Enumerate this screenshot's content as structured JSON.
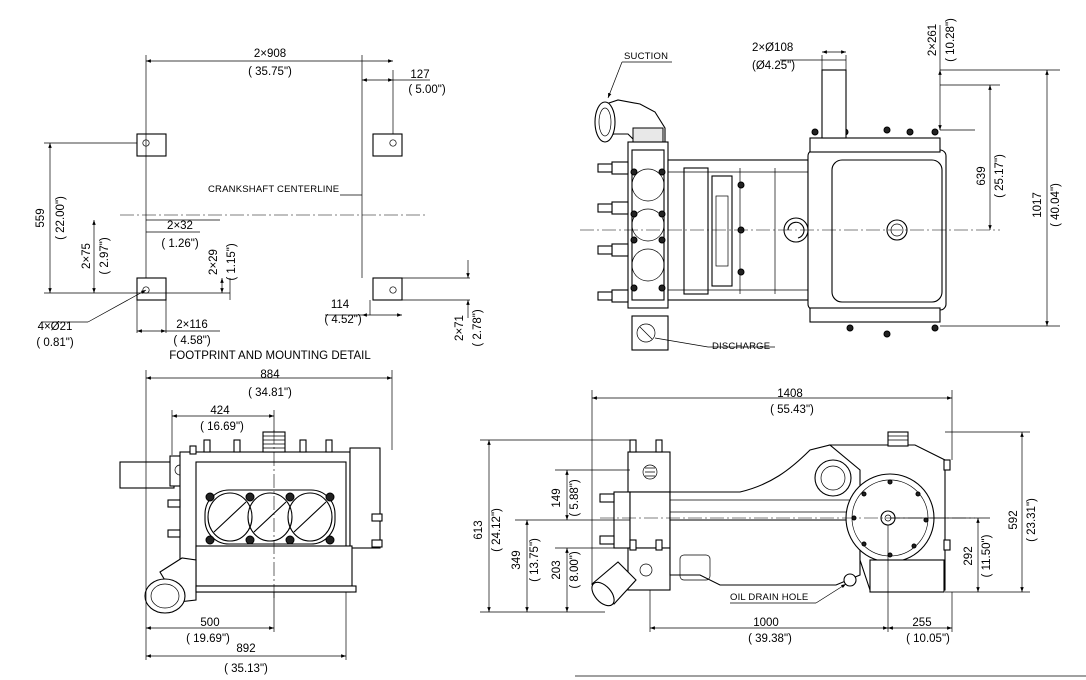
{
  "footprint": {
    "title": "FOOTPRINT AND MOUNTING DETAIL",
    "crankshaft_label": "CRANKSHAFT CENTERLINE",
    "dims": {
      "width_mm": "2×908",
      "width_in": "( 35.75\")",
      "offset_mm": "127",
      "offset_in": "( 5.00\")",
      "depth_mm": "559",
      "depth_in": "( 22.00\")",
      "slot_w_mm": "2×32",
      "slot_w_in": "( 1.26\")",
      "slot_a_mm": "2×75",
      "slot_a_in": "( 2.97\")",
      "slot_b_mm": "2×29",
      "slot_b_in": "( 1.15\")",
      "hole_mm": "4×Ø21",
      "hole_in": "( 0.81\")",
      "foot_mm": "2×116",
      "foot_in": "( 4.58\")",
      "right_mm": "114",
      "right_in": "( 4.52\")",
      "foot_h_mm": "2×71",
      "foot_h_in": "( 2.78\")"
    }
  },
  "top_view": {
    "suction_label": "SUCTION",
    "discharge_label": "DISCHARGE",
    "dims": {
      "shaft_dia_mm": "2×Ø108",
      "shaft_dia_in": "(Ø4.25\")",
      "shaft_len_mm": "2×261",
      "shaft_len_in": "( 10.28\")",
      "half_mm": "639",
      "half_in": "( 25.17\")",
      "total_mm": "1017",
      "total_in": "( 40.04\")"
    }
  },
  "front_view": {
    "dims": {
      "width_mm": "884",
      "width_in": "( 34.81\")",
      "center_mm": "424",
      "center_in": "( 16.69\")",
      "base_mm": "500",
      "base_in": "( 19.69\")",
      "overall_mm": "892",
      "overall_in": "( 35.13\")"
    }
  },
  "side_view": {
    "oil_drain_label": "OIL DRAIN HOLE",
    "dims": {
      "length_mm": "1408",
      "length_in": "( 55.43\")",
      "height_mm": "613",
      "height_in": "( 24.12\")",
      "inlet_h_mm": "349",
      "inlet_h_in": "( 13.75\")",
      "mid_h_mm": "203",
      "mid_h_in": "( 8.00\")",
      "top_h_mm": "149",
      "top_h_in": "( 5.88\")",
      "right_h_mm": "592",
      "right_h_in": "( 23.31\")",
      "shaft_h_mm": "292",
      "shaft_h_in": "( 11.50\")",
      "base_mm": "1000",
      "base_in": "( 39.38\")",
      "tail_mm": "255",
      "tail_in": "( 10.05\")"
    }
  }
}
